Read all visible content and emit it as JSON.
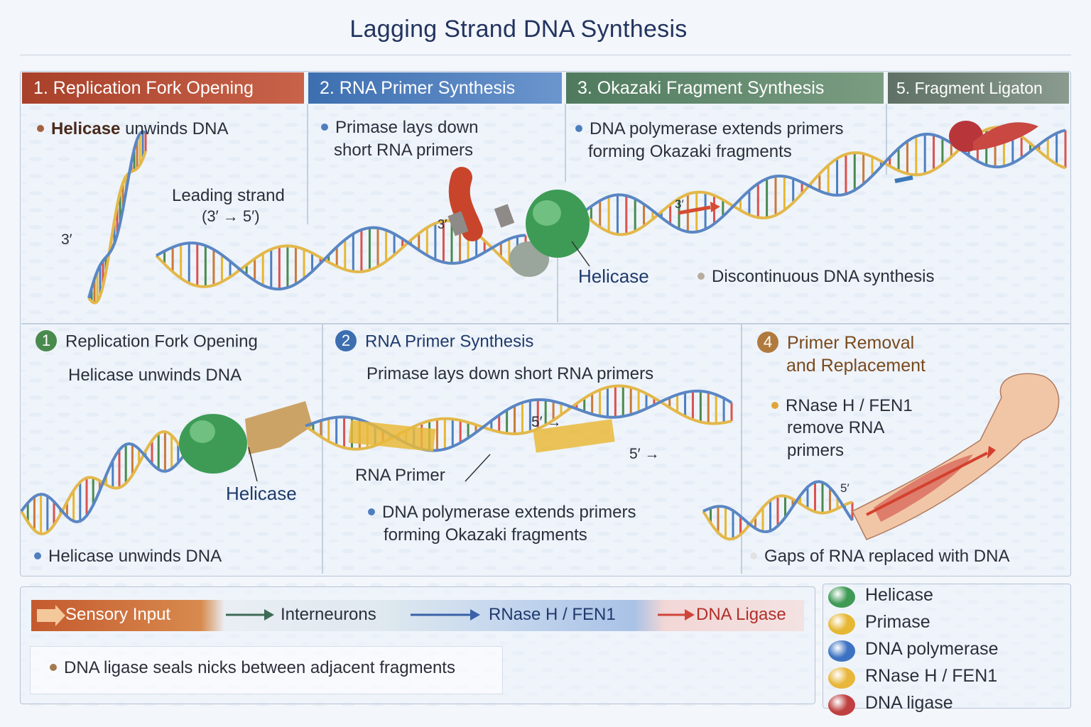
{
  "title": "Lagging Strand DNA Synthesis",
  "colors": {
    "red": "#b4452b",
    "blue": "#4d7fbf",
    "green": "#5e8a66",
    "grey": "#6f8577",
    "helicase": "#3f9a56",
    "primase": "#e6b733",
    "polymerase": "#3d72c2",
    "ligase": "#bf4040",
    "rnase": "#e8b63a"
  },
  "top": {
    "headers": [
      "1. Replication Fork Opening",
      "2. RNA Primer Synthesis",
      "3. Okazaki Fragment Synthesis",
      "5. Fragment Ligaton"
    ],
    "p1_bullet_bold": "Helicase",
    "p1_bullet_rest": " unwinds DNA",
    "p1_leading": "Leading strand",
    "p1_leading_dir": "(3′ → 5′)",
    "p1_3prime": "3′",
    "p2_bullet_l1": "Primase lays down",
    "p2_bullet_l2": "short RNA primers",
    "p2_3prime": "3′",
    "p3_bullet_l1": "DNA polymerase extends primers",
    "p3_bullet_l2": "forming Okazaki fragments",
    "p3_3prime": "3′",
    "helicase_label": "Helicase",
    "discontinuous": "Discontinuous DNA synthesis"
  },
  "bottom": {
    "p1_num": "1",
    "p1_title": "Replication Fork Opening",
    "p1_sub": "Helicase unwinds DNA",
    "p1_helicase": "Helicase",
    "p1_bullet": "Helicase unwinds DNA",
    "p2_num": "2",
    "p2_title": "RNA Primer Synthesis",
    "p2_sub": "Primase lays down short RNA primers",
    "p2_5a": "5′ →",
    "p2_5b": "5′ →",
    "p2_primer": "RNA Primer",
    "p2_bullet_l1": "DNA polymerase extends primers",
    "p2_bullet_l2": "forming Okazaki fragments",
    "p4_num": "4",
    "p4_title_l1": "Primer Removal",
    "p4_title_l2": "and Replacement",
    "p4_bullet_l1": "RNase H / FEN1",
    "p4_bullet_l2": "remove RNA",
    "p4_bullet_l3": "primers",
    "p4_5prime": "5′",
    "p4_gaps": "Gaps of RNA replaced with DNA"
  },
  "flow": [
    "Sensory Input",
    "Interneurons",
    "RNase H / FEN1",
    "DNA Ligase"
  ],
  "note": "DNA ligase seals nicks between adjacent fragments",
  "legend": [
    {
      "label": "Helicase",
      "color": "#3f9a56"
    },
    {
      "label": "Primase",
      "color": "#e6b733"
    },
    {
      "label": "DNA polymerase",
      "color": "#3d72c2"
    },
    {
      "label": "RNase H / FEN1",
      "color": "#e8b63a"
    },
    {
      "label": "DNA ligase",
      "color": "#bf4040"
    }
  ]
}
